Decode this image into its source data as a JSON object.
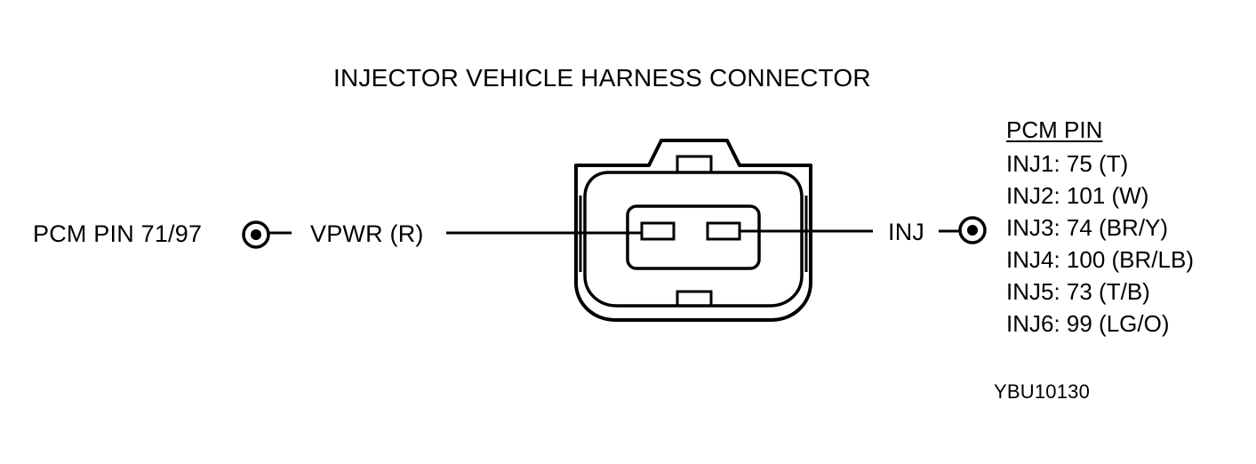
{
  "diagram": {
    "title": "INJECTOR VEHICLE HARNESS CONNECTOR",
    "left_terminal": {
      "label": "PCM PIN 71/97",
      "wire": "VPWR (R)"
    },
    "right_terminal": {
      "wire": "INJ"
    },
    "pcm_pin_table": {
      "header": "PCM PIN",
      "rows": [
        "INJ1: 75 (T)",
        "INJ2: 101 (W)",
        "INJ3: 74 (BR/Y)",
        "INJ4: 100 (BR/LB)",
        "INJ5: 73 (T/B)",
        "INJ6: 99 (LG/O)"
      ]
    },
    "reference_code": "YBU10130"
  }
}
